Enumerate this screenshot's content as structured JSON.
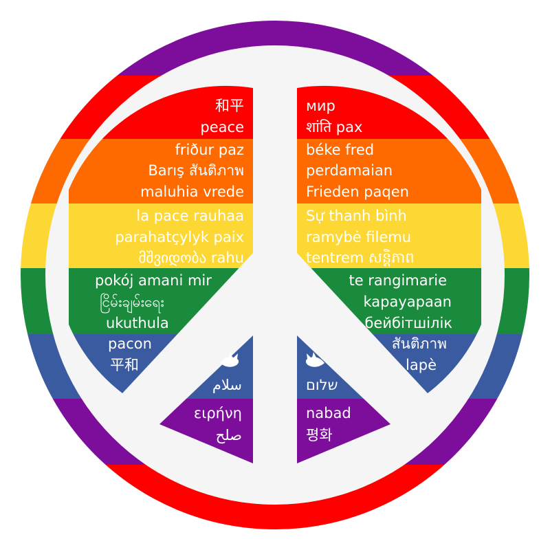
{
  "colors": {
    "red": "#ff0000",
    "orange": "#ff6a00",
    "yellow": "#fdd835",
    "green": "#1a8a3c",
    "blue": "#3a5ba0",
    "purple": "#7d0d9b",
    "white": "#f5f5f5"
  },
  "icons": {
    "dove_left": "dove-icon",
    "dove_right": "dove-icon"
  },
  "left_upper": {
    "row1": "和平",
    "row2": "peace",
    "row3": "friður   paz",
    "row4": "Barış  สันติภาพ",
    "row5": "maluhia   vrede",
    "row6": "la pace   rauhaa",
    "row7": "parahatçylyk  paix",
    "row8": "მშვიდობა   rahu",
    "row9": "pokój  amani  mir",
    "row10": "ငြိမ်းချမ်းရေး",
    "row11": "ukuthula",
    "row12": "pacon",
    "row13": "平和"
  },
  "right_upper": {
    "row1": "мир",
    "row2": "शांति  pax",
    "row3": "béke    fred",
    "row4": "perdamaian",
    "row5": "Frieden  paqen",
    "row6": "Sự thanh bình",
    "row7": "ramybė    filemu",
    "row8": "tentrem    សន្តិភាព",
    "row9": "te rangimarie",
    "row10": "kapayapaan",
    "row11": "бейбітшілік",
    "row12": "สันติภาพ",
    "row13": "lapè"
  },
  "left_lower": {
    "word1": "سلام",
    "word2": "ειρήνη",
    "word3": "صلح"
  },
  "right_lower": {
    "word1": "שלום",
    "word2": "nabad",
    "word3": "평화"
  }
}
